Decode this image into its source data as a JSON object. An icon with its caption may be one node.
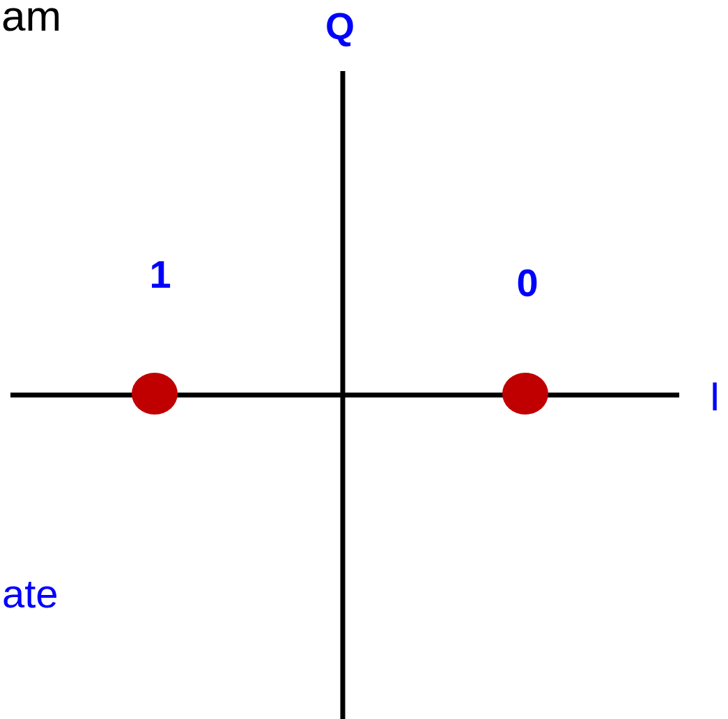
{
  "diagram": {
    "title": "am",
    "nodes": [
      {
        "text": [],
        "shape": "circle",
        "beside": [
          "1"
        ]
      },
      {
        "text": [],
        "shape": "circle",
        "beside": [
          "0"
        ]
      }
    ],
    "labels": [
      "Q",
      "I",
      "ate"
    ]
  }
}
